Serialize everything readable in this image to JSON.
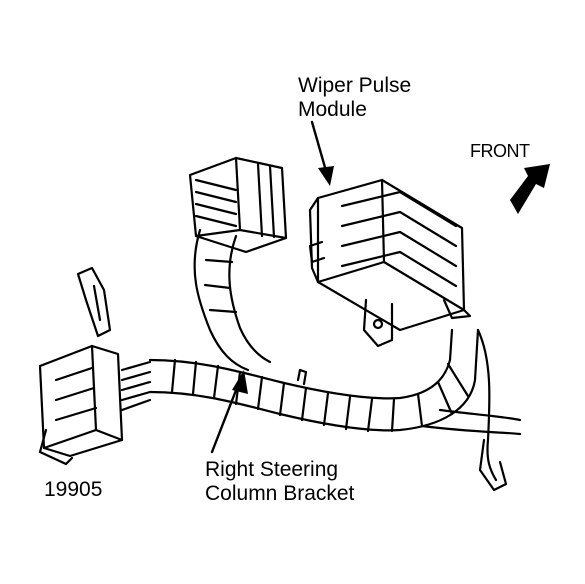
{
  "labels": {
    "module_line1": "Wiper Pulse",
    "module_line2": "Module",
    "front": "FRONT",
    "bracket_line1": "Right Steering",
    "bracket_line2": "Column Bracket",
    "figure_number": "19905"
  },
  "colors": {
    "ink": "#000000",
    "paper": "#ffffff"
  }
}
